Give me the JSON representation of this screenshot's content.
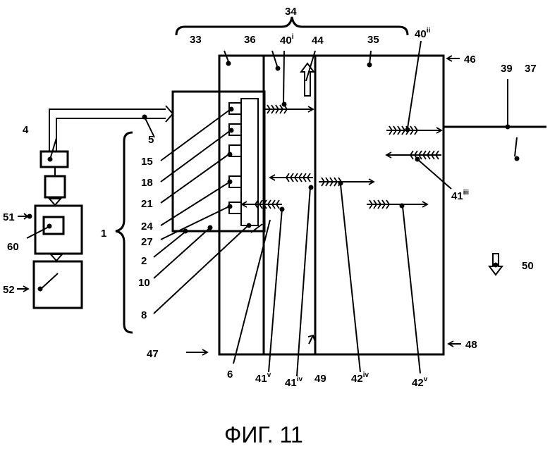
{
  "caption": "ФИГ. 11",
  "labels": {
    "l34": "34",
    "l33": "33",
    "l36": "36",
    "l40i": "40",
    "l40i_sup": "i",
    "l44": "44",
    "l35": "35",
    "l40ii": "40",
    "l40ii_sup": "ii",
    "l46": "46",
    "l39": "39",
    "l37": "37",
    "l4": "4",
    "l5": "5",
    "l15": "15",
    "l18": "18",
    "l21": "21",
    "l24": "24",
    "l27": "27",
    "l1": "1",
    "l2": "2",
    "l10": "10",
    "l8": "8",
    "l51": "51",
    "l60": "60",
    "l52": "52",
    "l41iii": "41",
    "l41iii_sup": "iii",
    "l50": "50",
    "l47": "47",
    "l48": "48",
    "l6": "6",
    "l41v": "41",
    "l41v_sup": "v",
    "l41iv": "41",
    "l41iv_sup": "iv",
    "l49": "49",
    "l42iv": "42",
    "l42iv_sup": "iv",
    "l42v": "42",
    "l42v_sup": "v"
  }
}
